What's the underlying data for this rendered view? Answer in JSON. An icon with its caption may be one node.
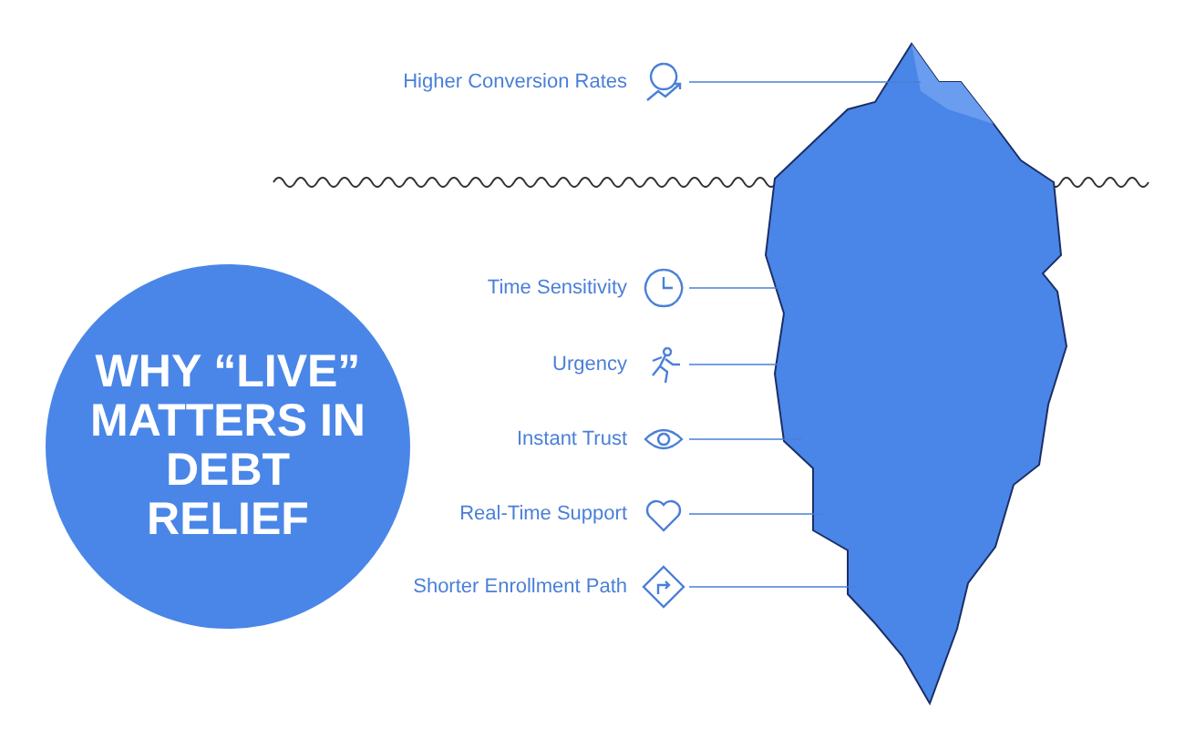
{
  "diagram": {
    "nodes": [
      {
        "text": [
          "WHY “LIVE” MATTERS IN DEBT RELIEF"
        ]
      },
      {
        "text": [
          "Higher Conversion Rates"
        ]
      },
      {
        "text": [
          "Time Sensitivity"
        ]
      },
      {
        "text": [
          "Urgency"
        ]
      },
      {
        "text": [
          "Instant Trust"
        ]
      },
      {
        "text": [
          "Real-Time Support"
        ]
      },
      {
        "text": [
          "Shorter Enrollment Path"
        ]
      },
      {
        "text": [],
        "shape": "picture"
      }
    ],
    "edges": [
      {
        "from": 1,
        "to": 7,
        "arrow": "none"
      },
      {
        "from": 2,
        "to": 7,
        "arrow": "none"
      },
      {
        "from": 3,
        "to": 7,
        "arrow": "none"
      },
      {
        "from": 4,
        "to": 7,
        "arrow": "none"
      },
      {
        "from": 5,
        "to": 7,
        "arrow": "none"
      },
      {
        "from": 6,
        "to": 7,
        "arrow": "none"
      }
    ]
  }
}
